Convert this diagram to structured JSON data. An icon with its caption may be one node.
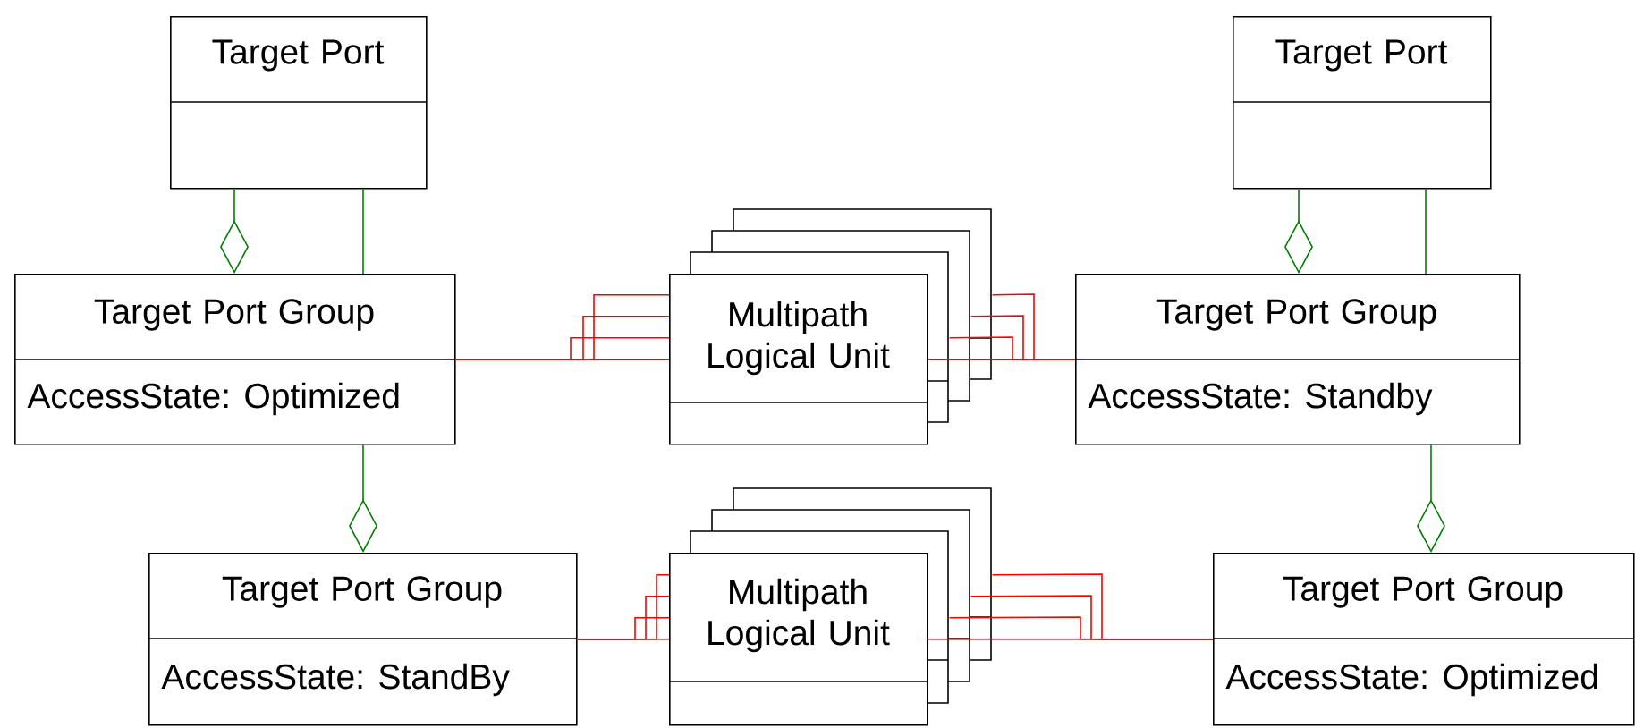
{
  "diagram": {
    "nodes": [
      {
        "text": [
          "Target Port"
        ]
      },
      {
        "text": [
          "Target Port"
        ]
      },
      {
        "text": [
          "Target Port Group",
          "AccessState: Optimized"
        ]
      },
      {
        "text": [
          "Multipath Logical Unit"
        ]
      },
      {
        "text": [
          "Target Port Group",
          "AccessState: Standby"
        ]
      },
      {
        "text": [
          "Target Port Group",
          "AccessState: StandBy"
        ]
      },
      {
        "text": [
          "Multipath Logical Unit"
        ]
      },
      {
        "text": [
          "Target Port Group",
          "AccessState: Optimized"
        ]
      }
    ],
    "edges": [
      {
        "from": 0,
        "to": 2,
        "arrow": "other",
        "color": "#008000"
      },
      {
        "from": 0,
        "to": 2,
        "arrow": "none",
        "color": "#008000"
      },
      {
        "from": 1,
        "to": 4,
        "arrow": "other",
        "color": "#008000"
      },
      {
        "from": 1,
        "to": 4,
        "arrow": "none",
        "color": "#008000"
      },
      {
        "from": 2,
        "to": 5,
        "arrow": "other",
        "color": "#008000"
      },
      {
        "from": 4,
        "to": 7,
        "arrow": "other",
        "color": "#008000"
      },
      {
        "from": 2,
        "to": 3,
        "arrow": "none",
        "color": "#ff0000"
      },
      {
        "from": 2,
        "to": 3,
        "arrow": "none",
        "color": "#ff0000"
      },
      {
        "from": 2,
        "to": 3,
        "arrow": "none",
        "color": "#ff0000"
      },
      {
        "from": 2,
        "to": 3,
        "arrow": "none",
        "color": "#ff0000"
      },
      {
        "from": 3,
        "to": 4,
        "arrow": "none",
        "color": "#ff0000"
      },
      {
        "from": 3,
        "to": 4,
        "arrow": "none",
        "color": "#ff0000"
      },
      {
        "from": 3,
        "to": 4,
        "arrow": "none",
        "color": "#ff0000"
      },
      {
        "from": 3,
        "to": 4,
        "arrow": "none",
        "color": "#ff0000"
      },
      {
        "from": 5,
        "to": 6,
        "arrow": "none",
        "color": "#ff0000"
      },
      {
        "from": 5,
        "to": 6,
        "arrow": "none",
        "color": "#ff0000"
      },
      {
        "from": 5,
        "to": 6,
        "arrow": "none",
        "color": "#ff0000"
      },
      {
        "from": 5,
        "to": 6,
        "arrow": "none",
        "color": "#ff0000"
      },
      {
        "from": 6,
        "to": 7,
        "arrow": "none",
        "color": "#ff0000"
      },
      {
        "from": 6,
        "to": 7,
        "arrow": "none",
        "color": "#ff0000"
      },
      {
        "from": 6,
        "to": 7,
        "arrow": "none",
        "color": "#ff0000"
      },
      {
        "from": 6,
        "to": 7,
        "arrow": "none",
        "color": "#ff0000"
      }
    ]
  }
}
